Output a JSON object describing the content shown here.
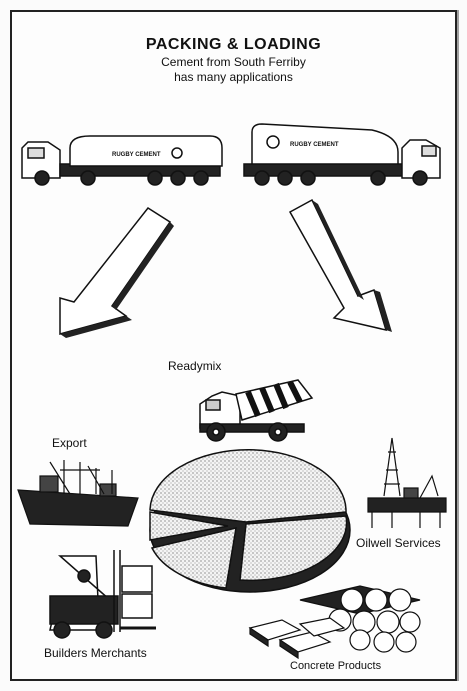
{
  "header": {
    "title": "PACKING & LOADING",
    "subtitle_line1": "Cement from South Ferriby",
    "subtitle_line2": "has many applications"
  },
  "trucks": {
    "left_tanker_text": "RUGBY CEMENT",
    "right_tanker_text": "RUGBY CEMENT"
  },
  "applications": {
    "readymix": "Readymix",
    "export": "Export",
    "oilwell": "Oilwell Services",
    "builders": "Builders Merchants",
    "concrete": "Concrete Products"
  }
}
